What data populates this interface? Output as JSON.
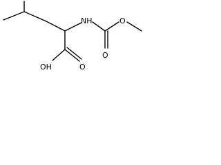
{
  "molecule": {
    "atoms": {
      "nh": "NH",
      "o_ether": "O",
      "o_carbonyl_carbamate": "O",
      "oh": "OH",
      "o_carbonyl_acid": "O"
    }
  }
}
